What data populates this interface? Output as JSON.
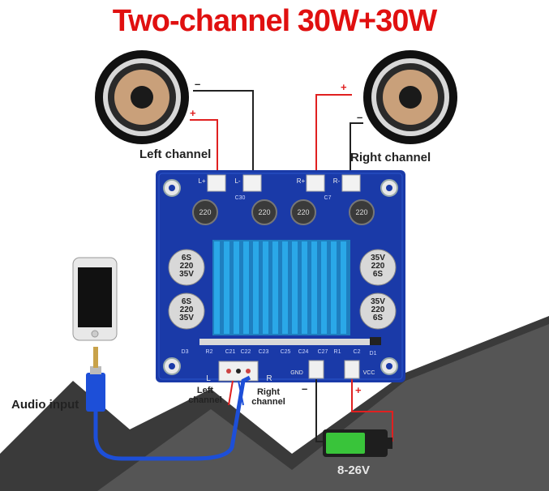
{
  "title": "Two-channel 30W+30W",
  "labels": {
    "left_channel": "Left channel",
    "right_channel": "Right channel",
    "audio_input": "Audio input",
    "voltage": "8-26V",
    "in_left": "Left channel",
    "in_right": "Right channel"
  },
  "polarity": {
    "plus": "+",
    "minus": "–"
  },
  "board": {
    "out_pins": [
      "L+",
      "L-",
      "R+",
      "R-"
    ],
    "gnd": "GND",
    "vcc": "VCC",
    "in_left": "L",
    "in_right": "R",
    "inductors": [
      "220",
      "220",
      "220",
      "220"
    ],
    "caps": [
      "6S 220 35V",
      "6S 220 35V",
      "35V 220 6S",
      "35V 220 6S"
    ],
    "silk": [
      "D3",
      "R2",
      "C21",
      "C22",
      "C23",
      "C25",
      "C24",
      "C27",
      "R1",
      "C2",
      "D1",
      "C30",
      "C7"
    ]
  },
  "colors": {
    "title": "#e01010",
    "board": "#1a3aa8",
    "heatsink": "#2aa8e8",
    "wire_red": "#e02020",
    "wire_black": "#222222",
    "battery_green": "#39c43a",
    "cable_blue": "#1d4fd8"
  }
}
